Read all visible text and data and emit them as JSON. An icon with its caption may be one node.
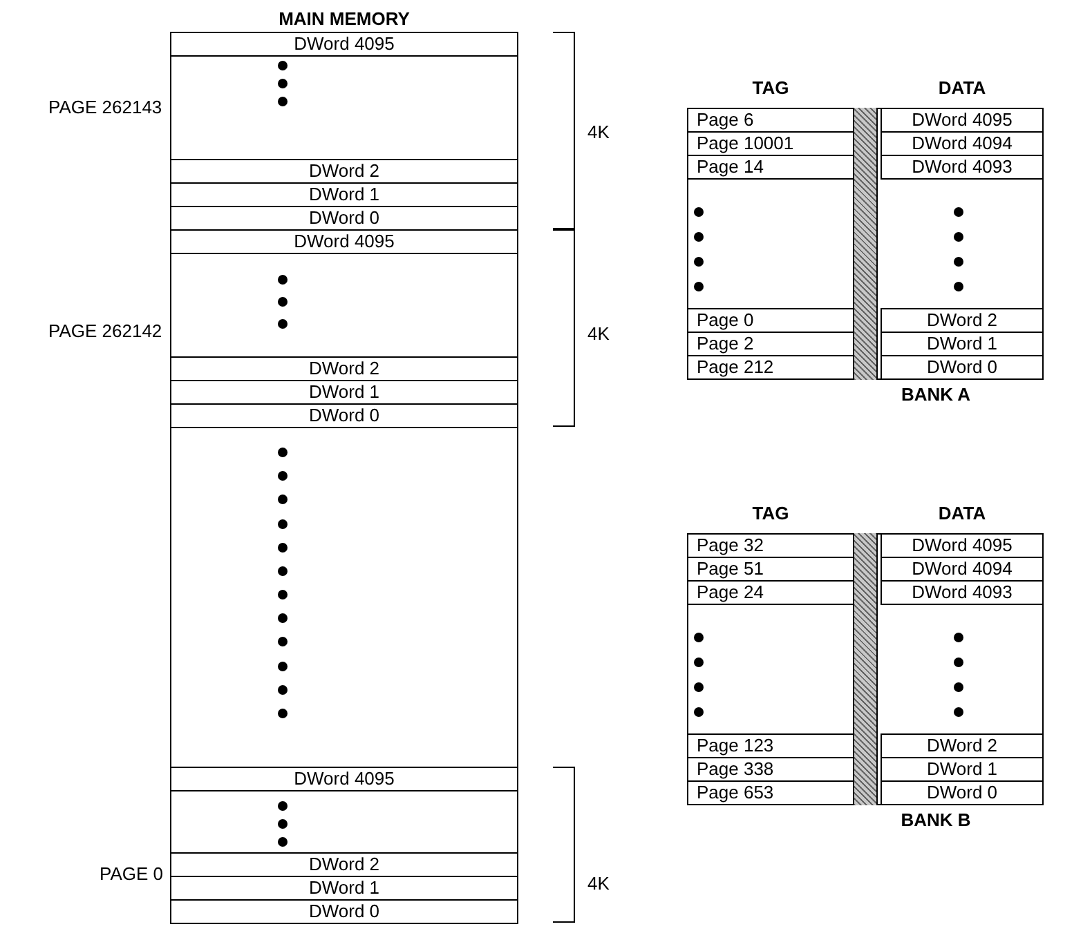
{
  "diagram": {
    "nodes": [
      {
        "text": [
          "MAIN MEMORY"
        ]
      },
      {
        "text": [
          "DWord 4095"
        ],
        "in": 0
      },
      {
        "text": [
          "DWord 2"
        ],
        "in": 0
      },
      {
        "text": [
          "DWord 1"
        ],
        "in": 0
      },
      {
        "text": [
          "DWord 0"
        ],
        "in": 0
      },
      {
        "text": [
          "DWord 4095"
        ],
        "in": 0
      },
      {
        "text": [
          "DWord 2"
        ],
        "in": 0
      },
      {
        "text": [
          "DWord 1"
        ],
        "in": 0
      },
      {
        "text": [
          "DWord 0"
        ],
        "in": 0
      },
      {
        "text": [
          "DWord 4095"
        ],
        "in": 0
      },
      {
        "text": [
          "DWord 2"
        ],
        "in": 0
      },
      {
        "text": [
          "DWord 1"
        ],
        "in": 0
      },
      {
        "text": [
          "DWord 0"
        ],
        "in": 0
      },
      {
        "text": [
          "TAG",
          "DATA",
          "BANK A"
        ]
      },
      {
        "text": [
          "Page 6"
        ],
        "in": 13
      },
      {
        "text": [
          "DWord 4095"
        ],
        "in": 13
      },
      {
        "text": [
          "Page 10001"
        ],
        "in": 13
      },
      {
        "text": [
          "DWord 4094"
        ],
        "in": 13
      },
      {
        "text": [
          "Page 14"
        ],
        "in": 13
      },
      {
        "text": [
          "DWord 4093"
        ],
        "in": 13
      },
      {
        "text": [
          "Page 0"
        ],
        "in": 13
      },
      {
        "text": [
          "DWord 2"
        ],
        "in": 13
      },
      {
        "text": [
          "Page 2"
        ],
        "in": 13
      },
      {
        "text": [
          "DWord 1"
        ],
        "in": 13
      },
      {
        "text": [
          "Page 212"
        ],
        "in": 13
      },
      {
        "text": [
          "DWord 0"
        ],
        "in": 13
      },
      {
        "text": [
          "TAG",
          "DATA",
          "BANK B"
        ]
      },
      {
        "text": [
          "Page 32"
        ],
        "in": 26
      },
      {
        "text": [
          "DWord 4095"
        ],
        "in": 26
      },
      {
        "text": [
          "Page 51"
        ],
        "in": 26
      },
      {
        "text": [
          "DWord 4094"
        ],
        "in": 26
      },
      {
        "text": [
          "Page 24"
        ],
        "in": 26
      },
      {
        "text": [
          "DWord 4093"
        ],
        "in": 26
      },
      {
        "text": [
          "Page 123"
        ],
        "in": 26
      },
      {
        "text": [
          "DWord 2"
        ],
        "in": 26
      },
      {
        "text": [
          "Page 338"
        ],
        "in": 26
      },
      {
        "text": [
          "DWord 1"
        ],
        "in": 26
      },
      {
        "text": [
          "Page 653"
        ],
        "in": 26
      },
      {
        "text": [
          "DWord 0"
        ],
        "in": 26
      },
      {
        "text": [],
        "shape": "bar",
        "in": 13
      },
      {
        "text": [],
        "shape": "bar",
        "in": 26
      }
    ],
    "labels": [
      "PAGE 262143",
      "4K",
      "PAGE 262142",
      "4K",
      "PAGE 0",
      "4K"
    ]
  }
}
